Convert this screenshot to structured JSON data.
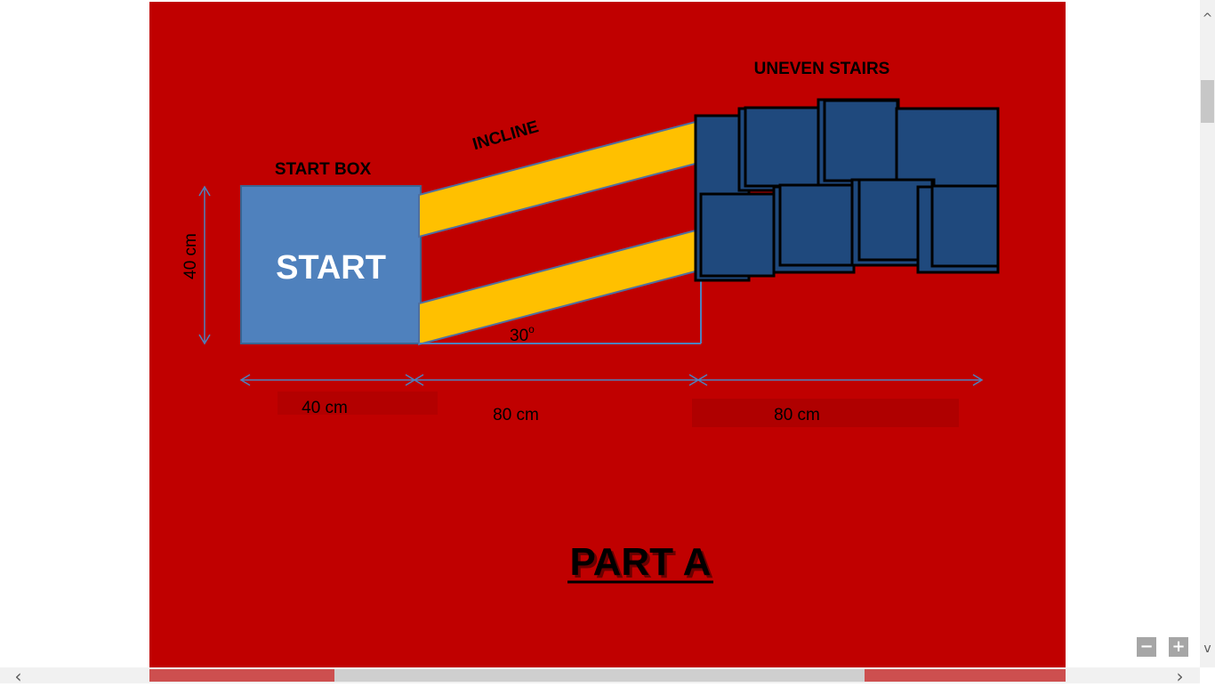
{
  "diagram": {
    "labels": {
      "start_box": "START BOX",
      "start": "START",
      "incline": "INCLINE",
      "uneven_stairs": "UNEVEN STAIRS",
      "angle": "30",
      "angle_sup": "o",
      "height": "40 cm",
      "dim_start_box": "40 cm",
      "dim_incline": "80 cm",
      "dim_stairs": "80 cm",
      "part": "PART A"
    },
    "colors": {
      "background": "#c00000",
      "start_box": "#4f81bd",
      "incline": "#ffc000",
      "stairs": "#1f497d",
      "dimension_lines": "#4f81bd"
    }
  },
  "ui": {
    "zoom_out": "−",
    "zoom_in": "+",
    "scroll_up": "^",
    "scroll_down": "v",
    "scroll_left": "‹",
    "scroll_right": "›"
  }
}
